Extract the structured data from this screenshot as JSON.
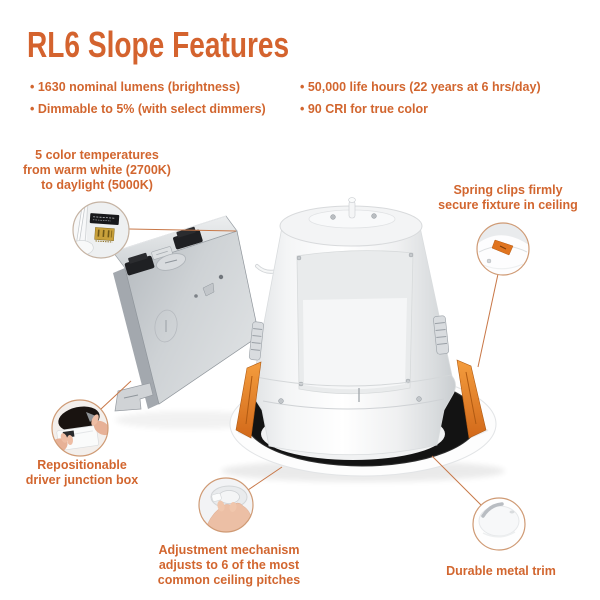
{
  "header": {
    "title": "RL6 Slope Features"
  },
  "feature_bullets": {
    "left": [
      "• 1630 nominal lumens (brightness)",
      "• Dimmable to 5% (with select dimmers)"
    ],
    "right": [
      "• 50,000 life hours (22 years at 6 hrs/day)",
      "• 90 CRI for true color"
    ]
  },
  "callouts": {
    "color_temps": {
      "lines": [
        "5 color temperatures",
        "from warm white (2700K)",
        "to daylight (5000K)"
      ]
    },
    "spring_clips": {
      "lines": [
        "Spring clips firmly",
        "secure fixture in ceiling"
      ]
    },
    "junction_box": {
      "lines": [
        "Repositionable",
        "driver junction box"
      ]
    },
    "adjustment": {
      "lines": [
        "Adjustment mechanism",
        "adjusts to 6 of the most",
        "common ceiling pitches"
      ]
    },
    "metal_trim": {
      "lines": [
        "Durable metal trim"
      ]
    }
  },
  "colors": {
    "accent_orange": "#d2662f",
    "clip_orange": "#e0741f",
    "callout_line": "#c87747",
    "metal_gray": "#c6cacd",
    "ring_black": "#131313",
    "background": "#ffffff"
  }
}
